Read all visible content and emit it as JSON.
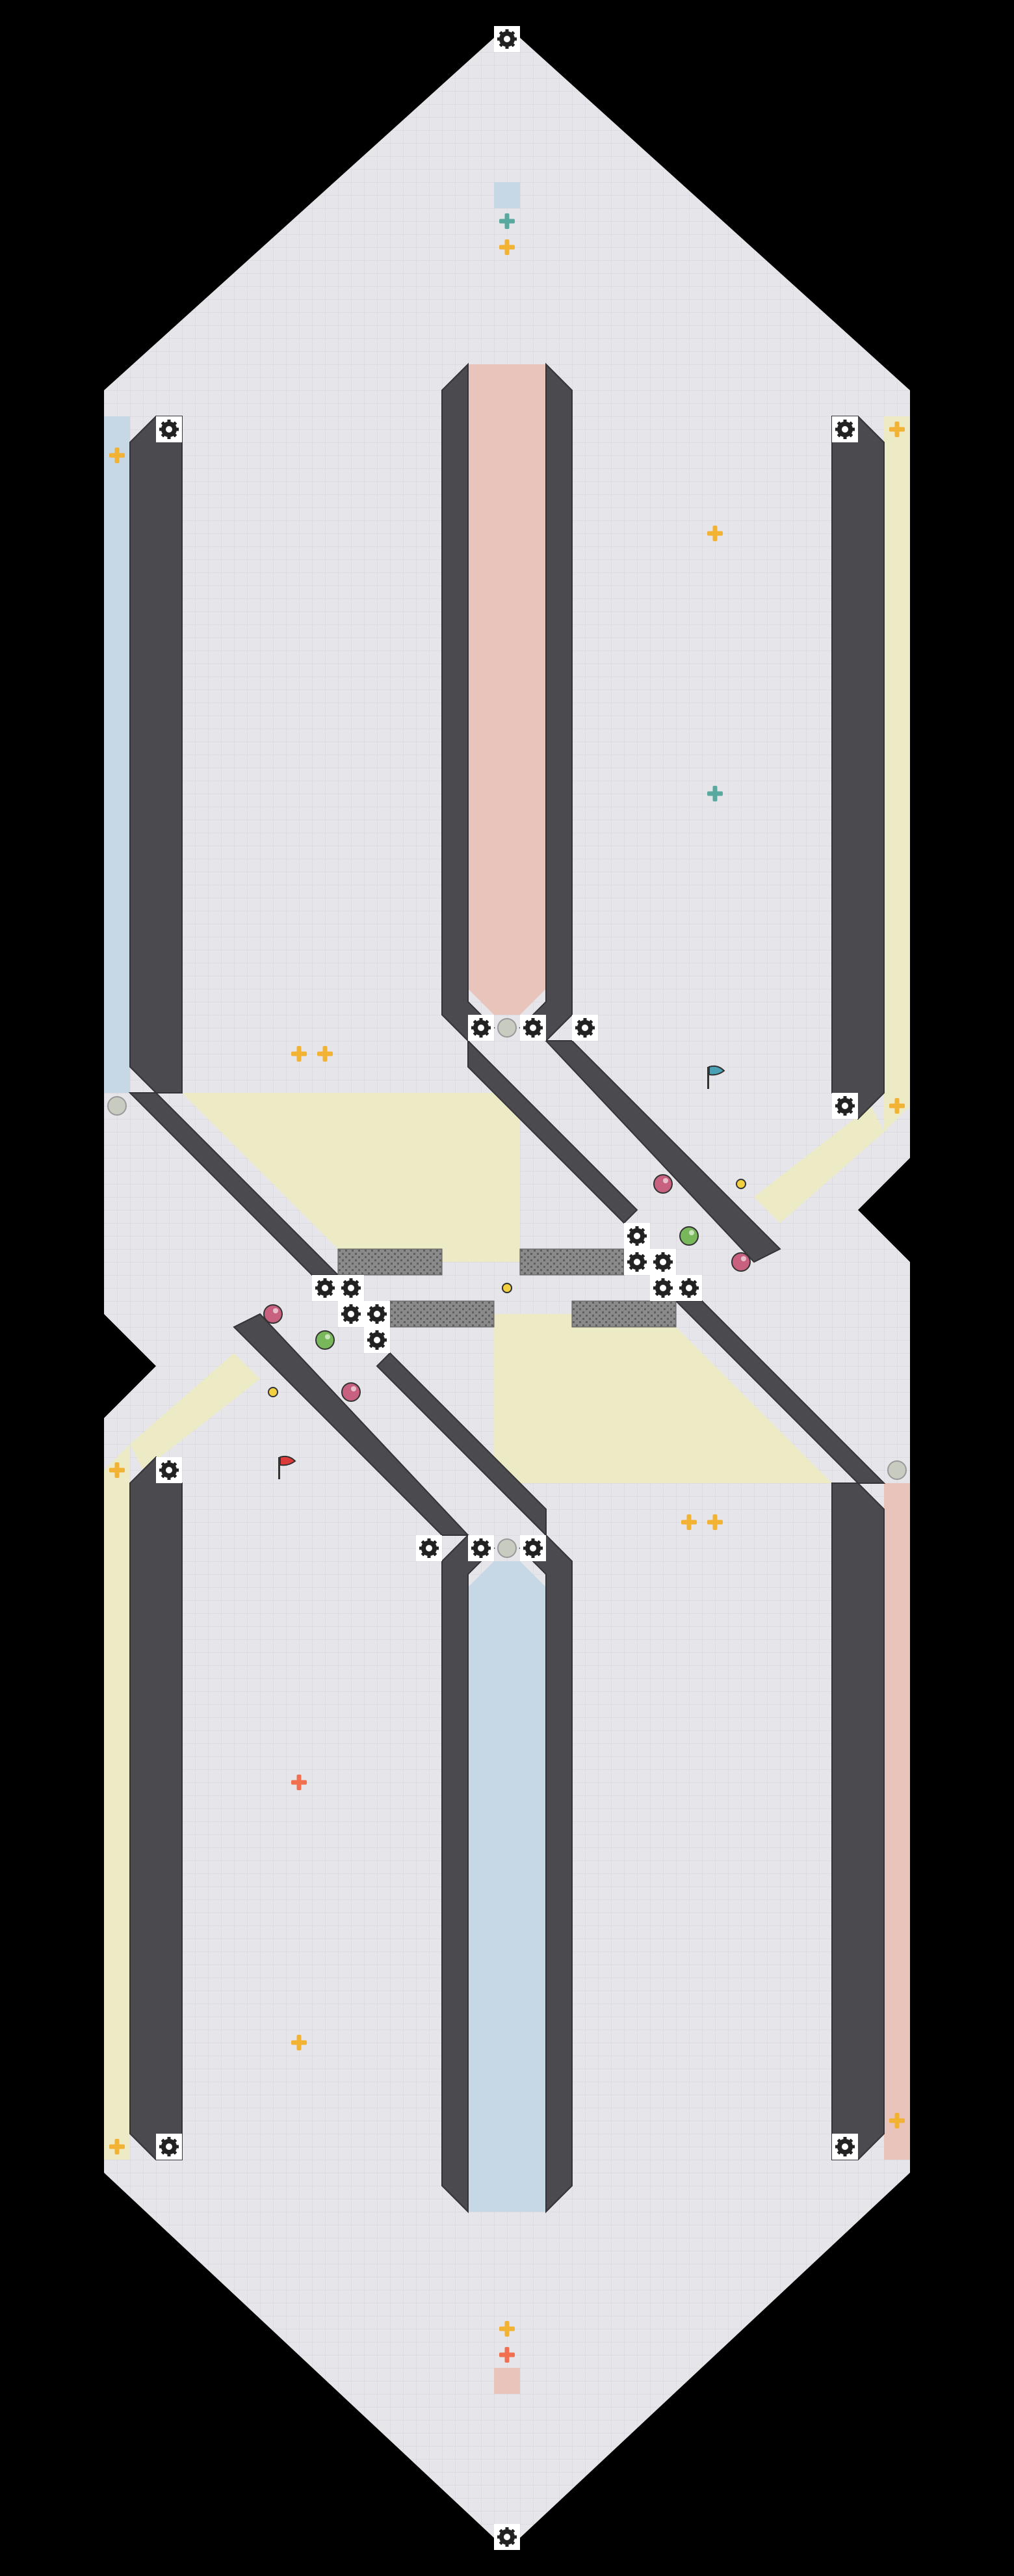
{
  "app": {
    "title": ""
  },
  "map": {
    "grid": true,
    "symmetry": "point-symmetric",
    "colors": {
      "background": "#000000",
      "floor": "#e6e6ea",
      "floor_grid": "#d1d1d8",
      "wall": "#4a4a4f",
      "wall_dark": "#333338",
      "red_zone": "#e8c2b8",
      "blue_zone": "#c4d7e6",
      "neutral_zone": "#ecebc3",
      "grate": "#777777",
      "plus_orange": "#f2b233",
      "plus_teal": "#5aa9a0",
      "plus_red": "#f07050",
      "powerup_pink": "#c86080",
      "powerup_green": "#78b85a",
      "powerup_yellow": "#f2d040",
      "spawn_marker": "#c8ccc0"
    },
    "teams": [
      {
        "name": "red",
        "flag_color": "#dd3a3a"
      },
      {
        "name": "blue",
        "flag_color": "#4aa0b4"
      }
    ]
  }
}
